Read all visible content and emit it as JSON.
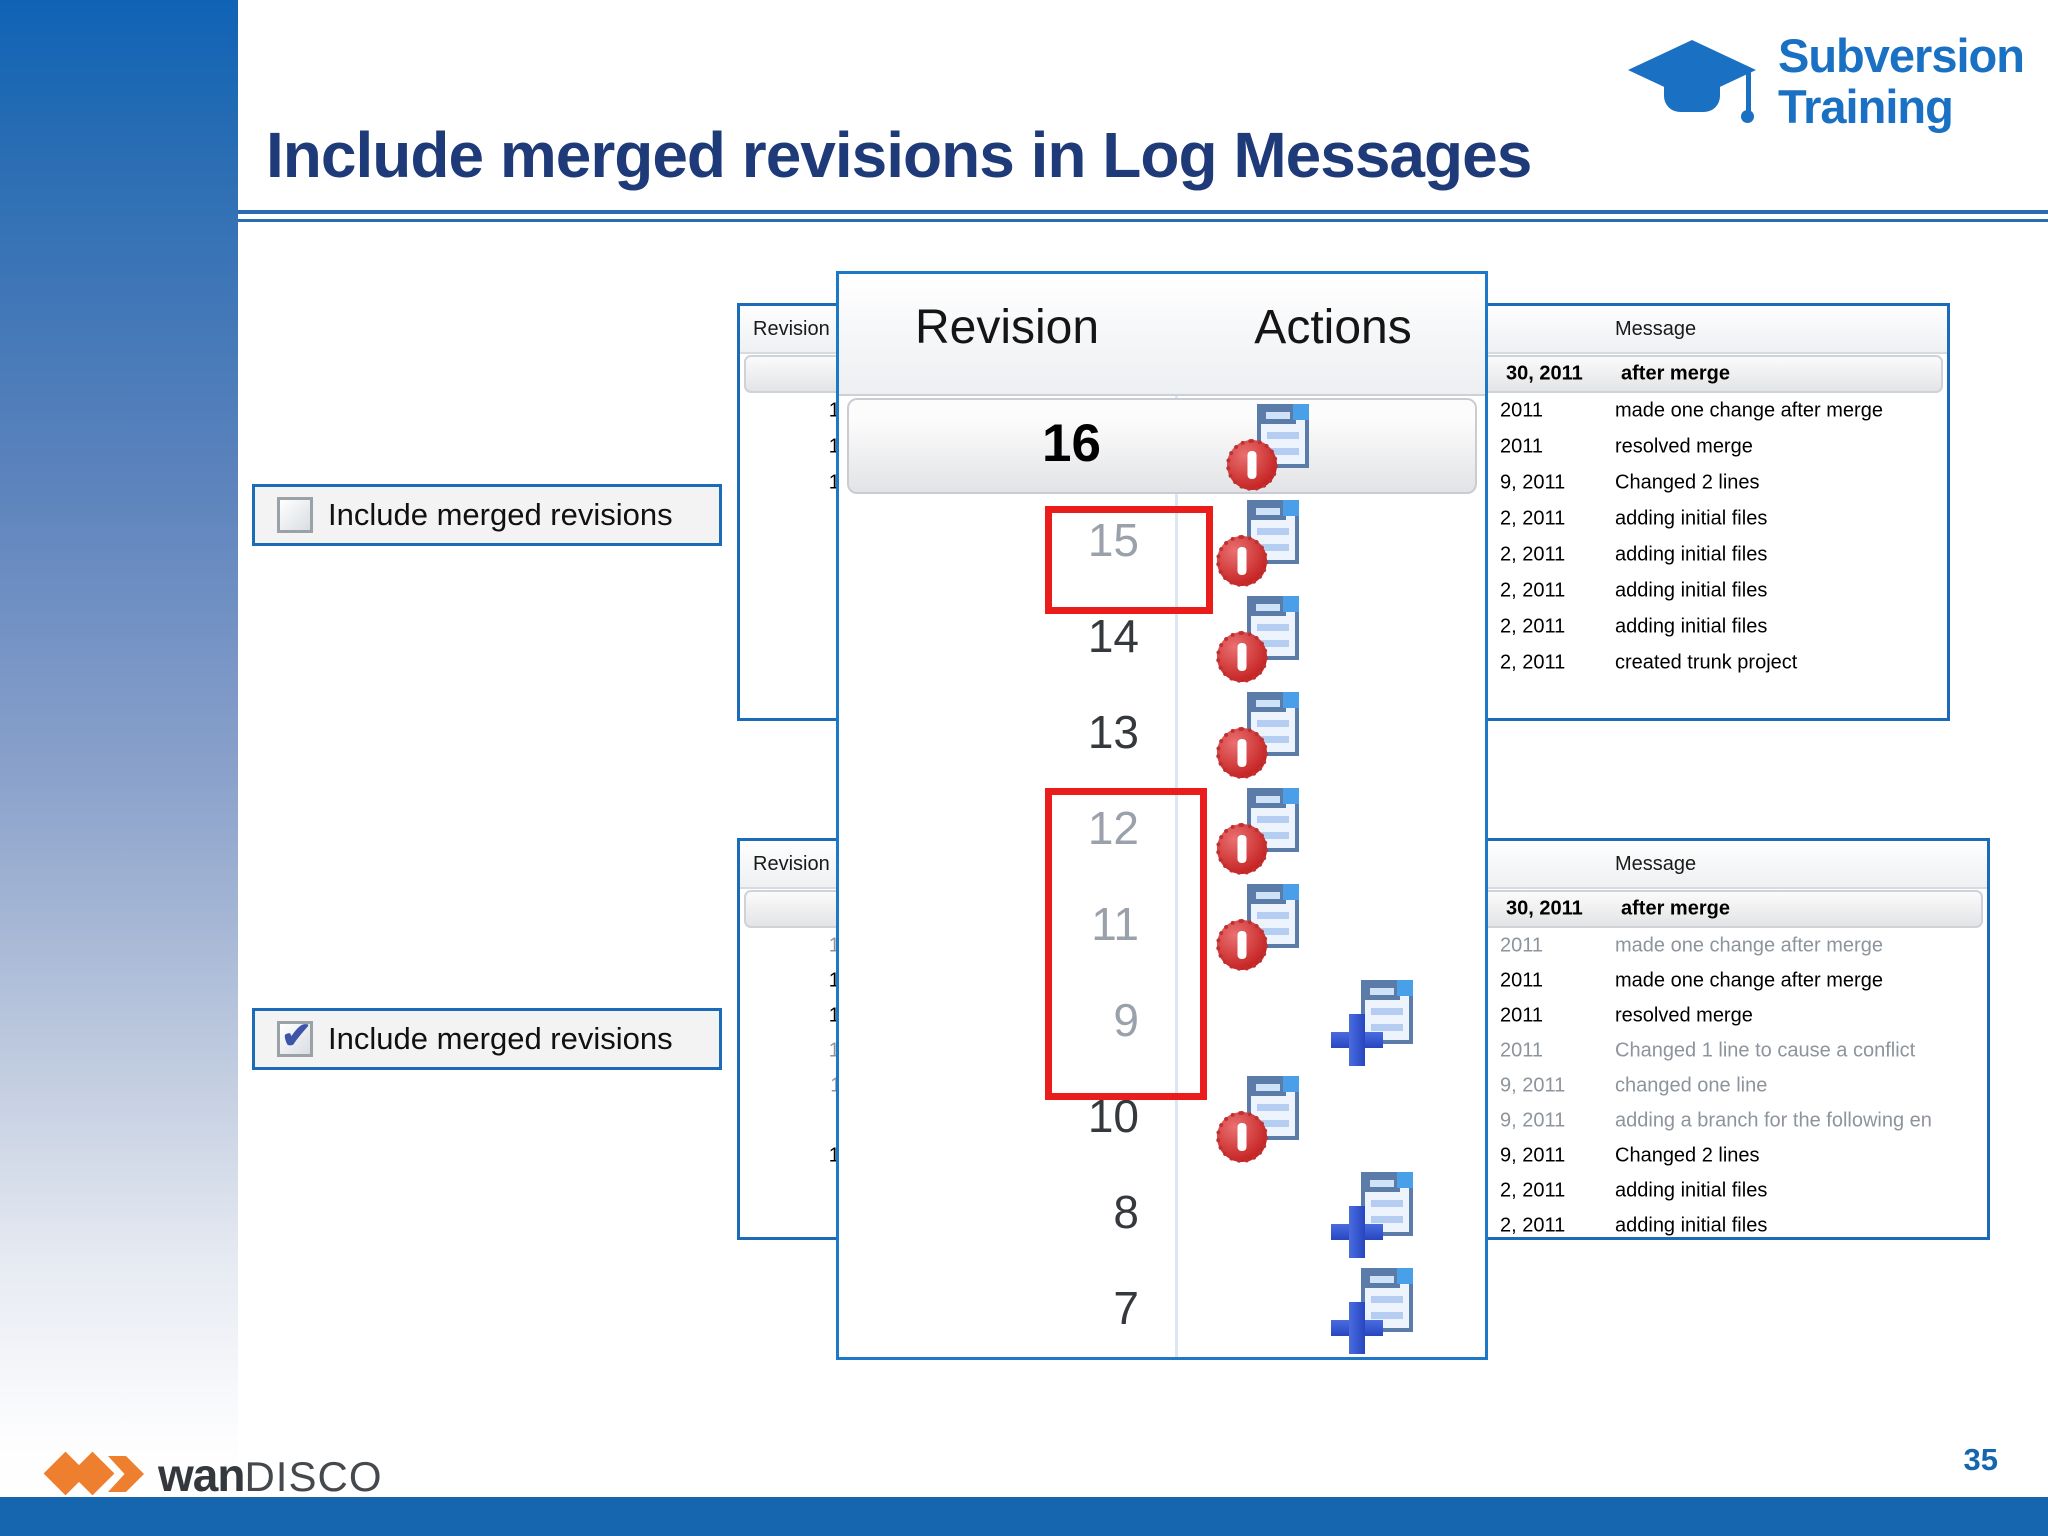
{
  "slide": {
    "title": "Include merged revisions in Log Messages",
    "page_number": "35",
    "brand_logo": {
      "line1": "Subversion",
      "line2": "Training"
    },
    "footer_logo": {
      "wan": "wan",
      "disco": "DISCO"
    }
  },
  "colors": {
    "accent_blue": "#1c6bb8",
    "title_navy": "#1e3a78",
    "logo_blue": "#1a70c2",
    "footer_blue": "#1566ae",
    "red_highlight": "#ea1c1c",
    "orange_brand": "#ee7f2e",
    "gray_merged_row": "#8d949c"
  },
  "icons": {
    "modified": "modified-revision-icon (document with red badge)",
    "added": "added-revision-icon (document with blue plus)"
  },
  "checkbox_panels": [
    {
      "label": "Include merged revisions",
      "checked": false,
      "check_glyph": ""
    },
    {
      "label": "Include merged revisions",
      "checked": true,
      "check_glyph": "✔"
    }
  ],
  "log_table_top": {
    "headers": {
      "revision": "Revision",
      "message": "Message"
    },
    "rows": [
      {
        "revision": "16",
        "date": "30, 2011",
        "message": "after merge",
        "selected": true,
        "bold": true,
        "gray": false
      },
      {
        "revision": "14",
        "date": "2011",
        "message": "made one change after merge",
        "gray": false
      },
      {
        "revision": "13",
        "date": "2011",
        "message": "resolved merge",
        "gray": false
      },
      {
        "revision": "10",
        "date": "9, 2011",
        "message": "Changed 2 lines",
        "gray": false
      },
      {
        "revision": "",
        "date": "2, 2011",
        "message": "adding initial files",
        "gray": false
      },
      {
        "revision": "",
        "date": "2, 2011",
        "message": "adding initial files",
        "gray": false
      },
      {
        "revision": "",
        "date": "2, 2011",
        "message": "adding initial files",
        "gray": false
      },
      {
        "revision": "",
        "date": "2, 2011",
        "message": "adding initial files",
        "gray": false
      },
      {
        "revision": "",
        "date": "2, 2011",
        "message": "created trunk project",
        "gray": false
      }
    ]
  },
  "log_table_bottom": {
    "headers": {
      "revision": "Revision",
      "message": "Message"
    },
    "rows": [
      {
        "revision": "16",
        "date": "30, 2011",
        "message": "after merge",
        "selected": true,
        "bold": true,
        "gray": false
      },
      {
        "revision": "15",
        "date": "2011",
        "message": "made one change after merge",
        "gray": true
      },
      {
        "revision": "14",
        "date": "2011",
        "message": "made one change after merge",
        "gray": false
      },
      {
        "revision": "13",
        "date": "2011",
        "message": "resolved merge",
        "gray": false
      },
      {
        "revision": "12",
        "date": "2011",
        "message": "Changed 1 line to cause a conflict",
        "gray": true
      },
      {
        "revision": "11",
        "date": "9, 2011",
        "message": "changed one line",
        "gray": true
      },
      {
        "revision": "9",
        "date": "9, 2011",
        "message": "adding a branch for the following en",
        "gray": true
      },
      {
        "revision": "10",
        "date": "9, 2011",
        "message": "Changed 2 lines",
        "gray": false
      },
      {
        "revision": "8",
        "date": "2, 2011",
        "message": "adding initial files",
        "gray": false
      },
      {
        "revision": "7",
        "date": "2, 2011",
        "message": "adding initial files",
        "gray": false
      }
    ]
  },
  "zoom_panel": {
    "headers": {
      "revision": "Revision",
      "actions": "Actions"
    },
    "rows": [
      {
        "revision": "16",
        "selected": true,
        "gray": false,
        "action": "modified"
      },
      {
        "revision": "15",
        "gray": true,
        "action": "modified"
      },
      {
        "revision": "14",
        "gray": false,
        "action": "modified"
      },
      {
        "revision": "13",
        "gray": false,
        "action": "modified"
      },
      {
        "revision": "12",
        "gray": true,
        "action": "modified"
      },
      {
        "revision": "11",
        "gray": true,
        "action": "modified"
      },
      {
        "revision": "9",
        "gray": true,
        "action": "added"
      },
      {
        "revision": "10",
        "gray": false,
        "action": "modified"
      },
      {
        "revision": "8",
        "gray": false,
        "action": "added"
      },
      {
        "revision": "7",
        "gray": false,
        "action": "added"
      }
    ],
    "red_box_single": "15",
    "red_box_span": "12, 11, 9"
  }
}
